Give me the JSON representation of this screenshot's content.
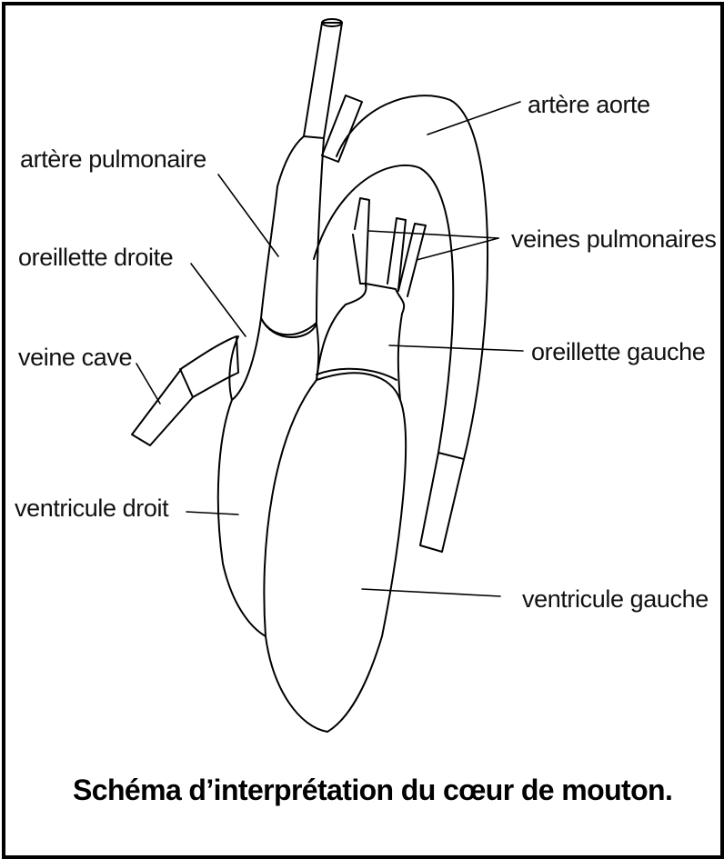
{
  "labels": {
    "artere_pulmonaire": "artère pulmonaire",
    "oreillette_droite": "oreillette droite",
    "veine_cave": "veine cave",
    "ventricule_droit": "ventricule droit",
    "artere_aorte": "artère aorte",
    "veines_pulmonaires": "veines pulmonaires",
    "oreillette_gauche": "oreillette gauche",
    "ventricule_gauche": "ventricule gauche"
  },
  "caption": "Schéma d’interprétation du cœur de mouton.",
  "colors": {
    "line": "#000000",
    "background": "#ffffff",
    "border": "#000000"
  }
}
